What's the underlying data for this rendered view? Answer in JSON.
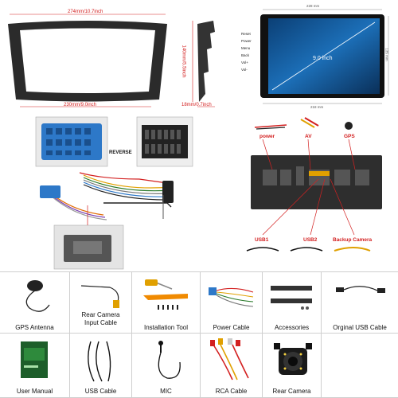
{
  "frame": {
    "width_label": "274mm/10.7inch",
    "bottom_label": "230mm/9.0inch",
    "height_label": "140mm/5.5inch",
    "depth_label": "18mm/0.7inch"
  },
  "stereo": {
    "width_label": "228 mm",
    "bottom_label": "218 mm",
    "height_label": "135 mm",
    "screen_label": "9.0 inch",
    "buttons": [
      "Reset",
      "Power",
      "Menu",
      "Back",
      "Vol+",
      "Vol-"
    ]
  },
  "harness": {
    "reverse_label": "REVERSE"
  },
  "back_panel": {
    "power_label": "power",
    "av_label": "AV",
    "gps_label": "GPS",
    "usb1_label": "USB1",
    "usb2_label": "USB2",
    "backup_camera_label": "Backup Camera"
  },
  "accessories": [
    {
      "label": "GPS Antenna",
      "icon": "gps-antenna-icon"
    },
    {
      "label": "Rear Camera Input Cable",
      "icon": "camera-input-cable-icon"
    },
    {
      "label": "Installation Tool",
      "icon": "installation-tool-icon"
    },
    {
      "label": "Power Cable",
      "icon": "power-cable-icon"
    },
    {
      "label": "Accessories",
      "icon": "brackets-icon"
    },
    {
      "label": "Orginal USB Cable",
      "icon": "usb-cable-icon"
    },
    {
      "label": "User Manual",
      "icon": "manual-icon"
    },
    {
      "label": "USB Cable",
      "icon": "usb-cables-icon"
    },
    {
      "label": "MIC",
      "icon": "mic-icon"
    },
    {
      "label": "RCA Cable",
      "icon": "rca-cable-icon"
    },
    {
      "label": "Rear Camera",
      "icon": "rear-camera-icon"
    }
  ],
  "colors": {
    "dimension_red": "#d32020",
    "screen_blue": "#1c6fb8",
    "connector_blue": "#2d78c8"
  }
}
